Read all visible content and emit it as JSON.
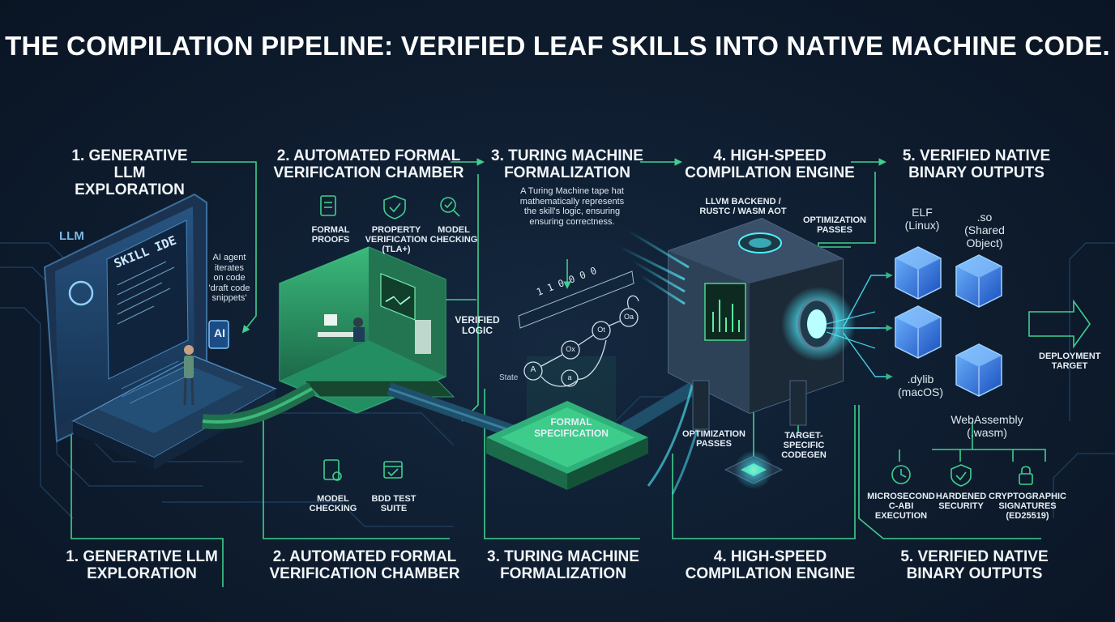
{
  "title": "THE COMPILATION PIPELINE: VERIFIED LEAF SKILLS INTO NATIVE MACHINE CODE.",
  "stages_top": [
    {
      "line1": "1. GENERATIVE LLM",
      "line2": "EXPLORATION"
    },
    {
      "line1": "2. AUTOMATED FORMAL",
      "line2": "VERIFICATION CHAMBER"
    },
    {
      "line1": "3. TURING MACHINE",
      "line2": "FORMALIZATION"
    },
    {
      "line1": "4. HIGH-SPEED",
      "line2": "COMPILATION ENGINE"
    },
    {
      "line1": "5. VERIFIED NATIVE",
      "line2": "BINARY OUTPUTS"
    }
  ],
  "stages_bottom": [
    {
      "line1": "1. GENERATIVE LLM",
      "line2": "EXPLORATION"
    },
    {
      "line1": "2. AUTOMATED FORMAL",
      "line2": "VERIFICATION CHAMBER"
    },
    {
      "line1": "3. TURING MACHINE",
      "line2": "FORMALIZATION"
    },
    {
      "line1": "4. HIGH-SPEED",
      "line2": "COMPILATION ENGINE"
    },
    {
      "line1": "5. VERIFIED NATIVE",
      "line2": "BINARY OUTPUTS"
    }
  ],
  "stage1": {
    "llm_label": "LLM",
    "ide_title": "SKILL IDE",
    "ai_badge": "AI",
    "note": [
      "AI agent",
      "iterates",
      "on code",
      "'draft code",
      "snippets'"
    ]
  },
  "stage2": {
    "formal_proofs": [
      "FORMAL",
      "PROOFS"
    ],
    "property_verification": [
      "PROPERTY",
      "VERIFICATION",
      "(TLA+)"
    ],
    "model_checking_top": [
      "MODEL",
      "CHECKING"
    ],
    "model_checking_bottom": [
      "MODEL",
      "CHECKING"
    ],
    "bdd_suite": [
      "BDD TEST",
      "SUITE"
    ],
    "verified_logic": [
      "VERIFIED",
      "LOGIC"
    ]
  },
  "stage3": {
    "note": [
      "A Turing Machine tape hat",
      "mathematically represents",
      "the skill's logic, ensuring",
      "ensuring correctness."
    ],
    "tape": [
      "1",
      "1",
      "0",
      "0",
      "0",
      "0"
    ],
    "states": [
      "A",
      "Ox",
      "Ot",
      "Oa",
      "a"
    ],
    "state_label": "State",
    "formal_spec": [
      "FORMAL",
      "SPECIFICATION"
    ]
  },
  "stage4": {
    "backend": [
      "LLVM BACKEND /",
      "RUSTC / WASM AOT"
    ],
    "opt_top": [
      "OPTIMIZATION",
      "PASSES"
    ],
    "opt_bottom": [
      "OPTIMIZATION",
      "PASSES"
    ],
    "codegen": [
      "TARGET-SPECIFIC",
      "CODEGEN"
    ]
  },
  "stage5": {
    "elf": [
      "ELF",
      "(Linux)"
    ],
    "so": [
      ".so",
      "(Shared",
      "Object)"
    ],
    "dylib": [
      ".dylib",
      "(macOS)"
    ],
    "wasm": [
      "WebAssembly",
      "(.wasm)"
    ],
    "deployment": [
      "DEPLOYMENT",
      "TARGET"
    ],
    "features": [
      {
        "lines": [
          "MICROSECOND",
          "C-ABI",
          "EXECUTION"
        ],
        "icon": "clock-icon"
      },
      {
        "lines": [
          "HARDENED",
          "SECURITY"
        ],
        "icon": "shield-icon"
      },
      {
        "lines": [
          "CRYPTOGRAPHIC",
          "SIGNATURES",
          "(ED25519)"
        ],
        "icon": "lock-icon"
      }
    ]
  },
  "colors": {
    "background": "#0d1a2b",
    "accent_green": "#35d98b",
    "glow_cyan": "#4ff0ff",
    "cube_blue": "#2f7fff",
    "line": "#3fcf8e"
  }
}
